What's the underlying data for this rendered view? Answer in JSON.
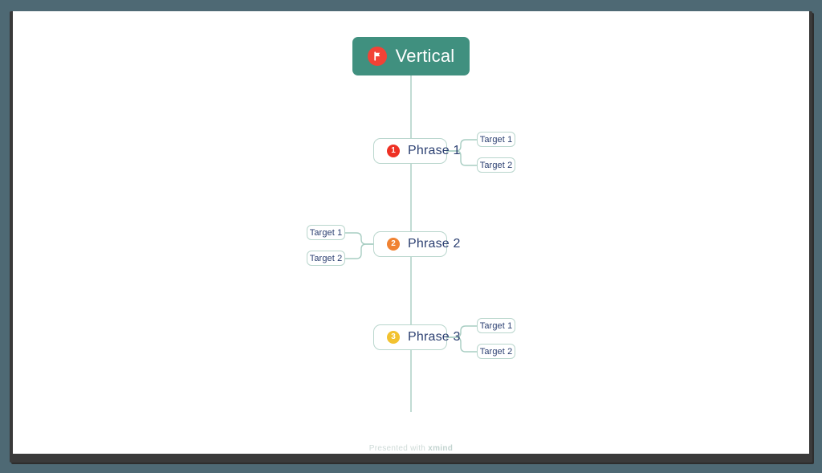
{
  "theme": {
    "background": "#4e6974",
    "canvas": "#ffffff",
    "root_fill": "#40907f",
    "root_text": "#ffffff",
    "node_border": "#b9d6cd",
    "node_text": "#2b3f71",
    "connector": "#a7cdc2",
    "badge_1": "#ee3124",
    "badge_2": "#f08232",
    "badge_3": "#f2c230",
    "footer_text": "#cfdbd8"
  },
  "root": {
    "label": "Vertical",
    "icon": "flag-circle-icon"
  },
  "branches": [
    {
      "badge": "1",
      "badge_color": "#ee3124",
      "label": "Phrase 1",
      "side": "right",
      "children": [
        {
          "label": "Target 1"
        },
        {
          "label": "Target 2"
        }
      ]
    },
    {
      "badge": "2",
      "badge_color": "#f08232",
      "label": "Phrase 2",
      "side": "left",
      "children": [
        {
          "label": "Target 1"
        },
        {
          "label": "Target 2"
        }
      ]
    },
    {
      "badge": "3",
      "badge_color": "#f2c230",
      "label": "Phrase 3",
      "side": "right",
      "children": [
        {
          "label": "Target 1"
        },
        {
          "label": "Target 2"
        }
      ]
    }
  ],
  "footer": {
    "prefix": "Presented with ",
    "brand": "xmind"
  }
}
